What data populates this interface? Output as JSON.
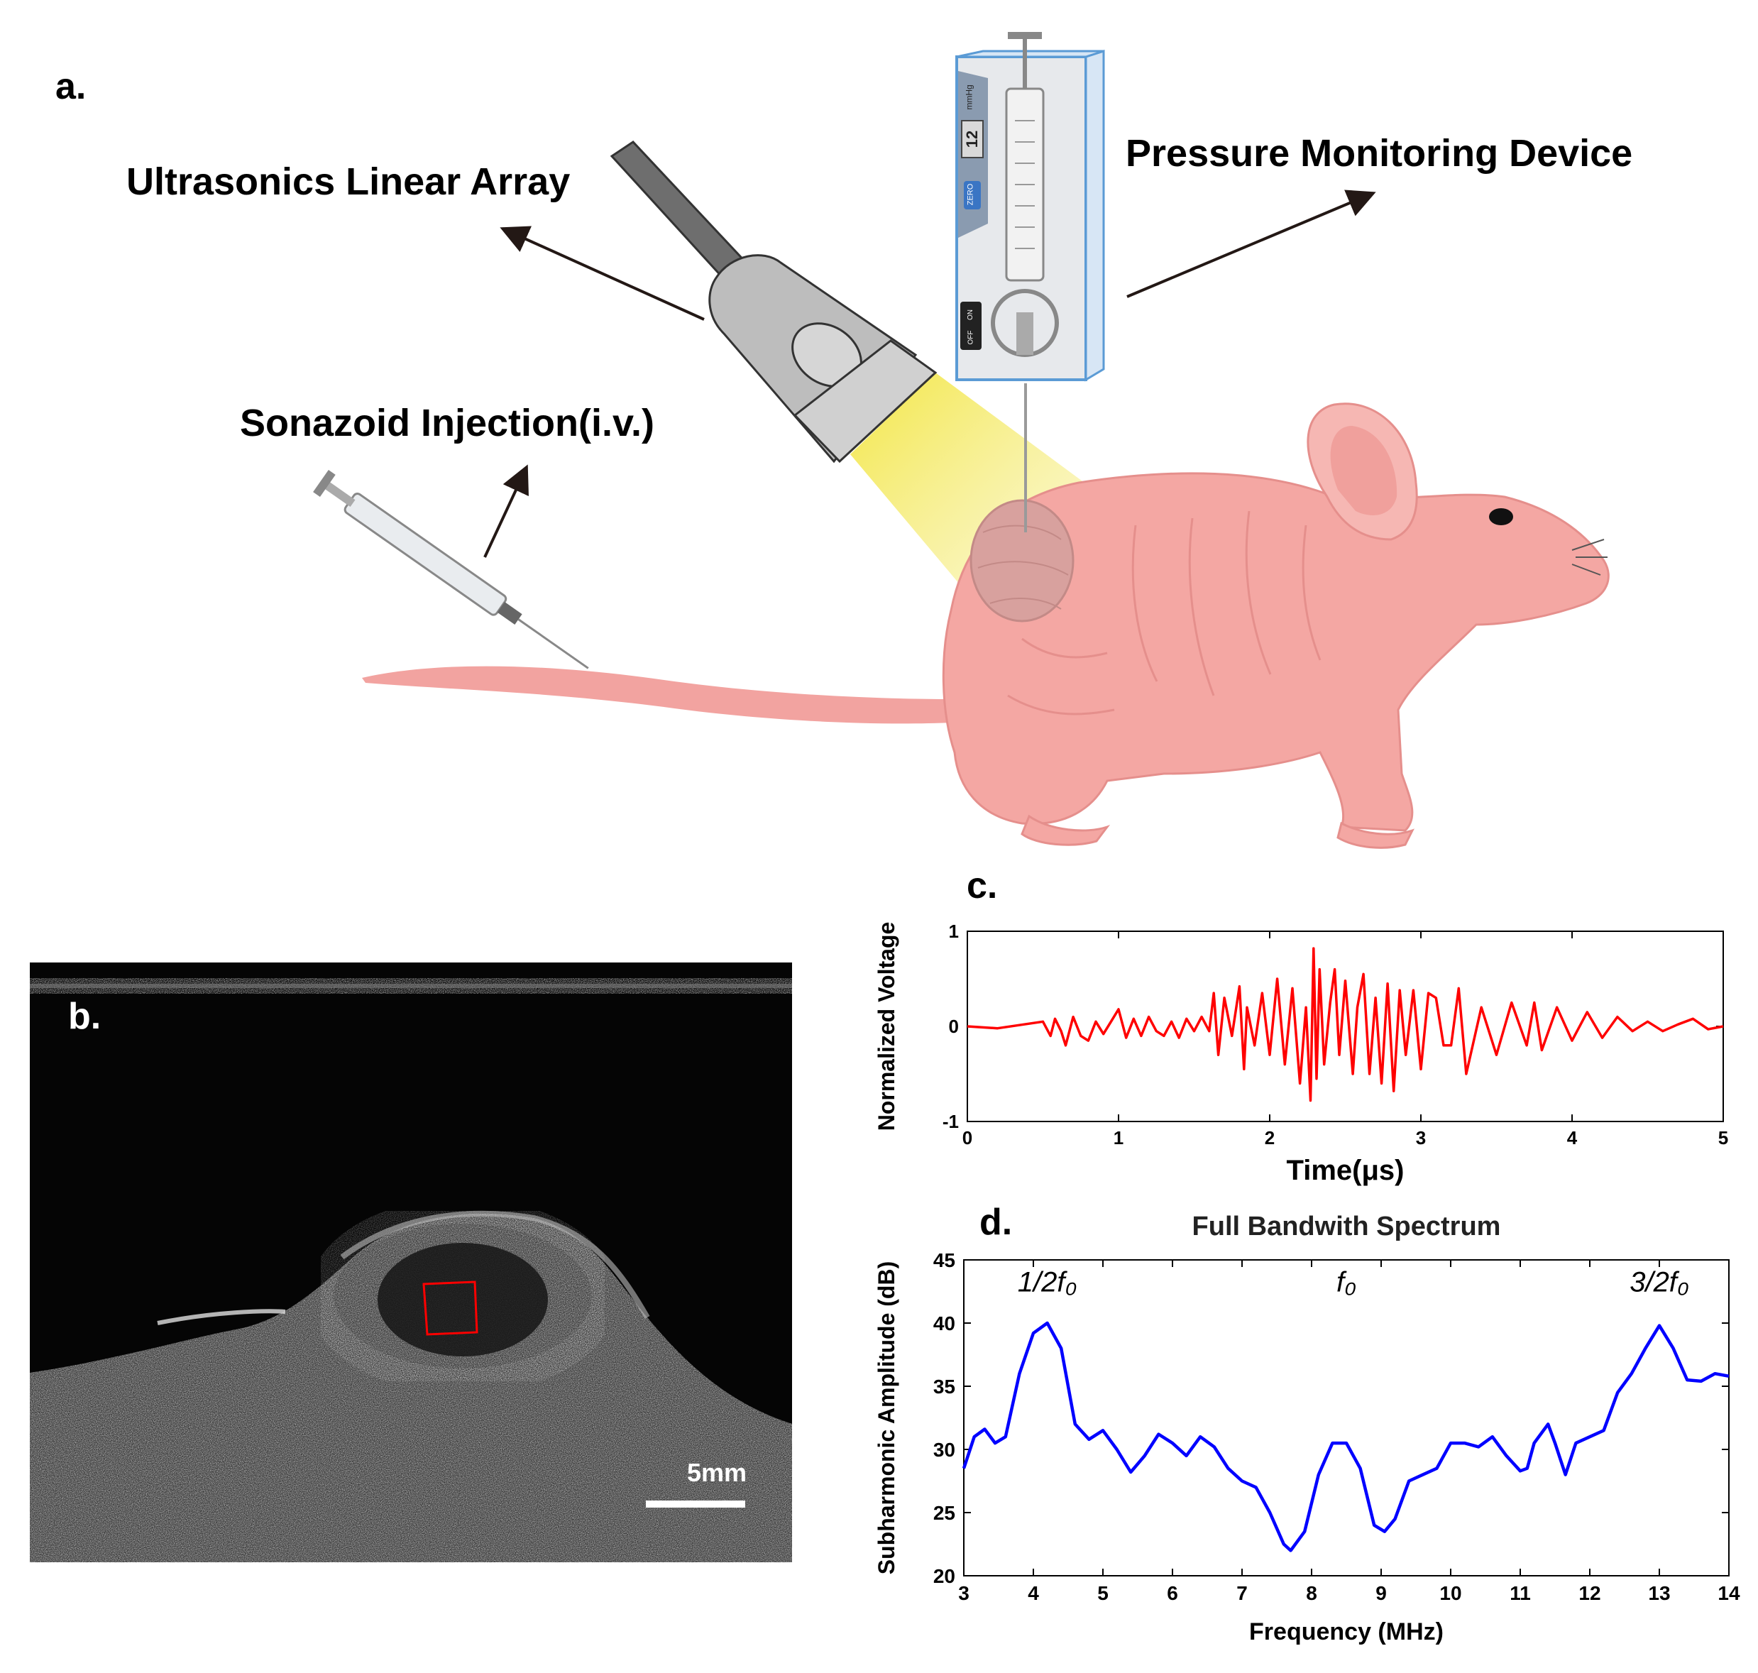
{
  "panel_a": {
    "letter": "a.",
    "labels": {
      "ultrasonics": "Ultrasonics Linear Array",
      "pressure": "Pressure Monitoring Device",
      "sonazoid": "Sonazoid Injection(i.v.)"
    },
    "device_display": {
      "value": "12",
      "unit": "mmHg",
      "zero_button": "ZERO",
      "on_label": "ON",
      "off_label": "OFF"
    },
    "colors": {
      "mouse_skin": "#f4a7a3",
      "beam": "#f2e53c",
      "device_frame": "#5b9bd5"
    }
  },
  "panel_b": {
    "letter": "b.",
    "scale_bar_label": "5mm",
    "roi_color": "#ff0000"
  },
  "panel_c": {
    "letter": "c."
  },
  "panel_d": {
    "letter": "d.",
    "annotations": {
      "half": "1/2f₀",
      "fundamental": "f₀",
      "three_half": "3/2f₀"
    }
  },
  "chart_data": [
    {
      "type": "line",
      "title": "",
      "xlabel": "Time(μs)",
      "ylabel": "Normalized Voltage",
      "xlim": [
        0,
        5
      ],
      "ylim": [
        -1,
        1
      ],
      "xticks": [
        0,
        1,
        2,
        3,
        4,
        5
      ],
      "yticks": [
        -1,
        0,
        1
      ],
      "grid": false,
      "color": "#ff0000",
      "series": [
        {
          "x": [
            0,
            0.2,
            0.5,
            0.55,
            0.58,
            0.62,
            0.65,
            0.7,
            0.75,
            0.8,
            0.85,
            0.9,
            0.95,
            1.0,
            1.05,
            1.1,
            1.15,
            1.2,
            1.25,
            1.3,
            1.35,
            1.4,
            1.45,
            1.5,
            1.55,
            1.6,
            1.63,
            1.66,
            1.7,
            1.75,
            1.8,
            1.83,
            1.85,
            1.9,
            1.95,
            2.0,
            2.05,
            2.1,
            2.15,
            2.2,
            2.24,
            2.27,
            2.29,
            2.31,
            2.33,
            2.36,
            2.4,
            2.43,
            2.46,
            2.5,
            2.55,
            2.58,
            2.62,
            2.66,
            2.7,
            2.74,
            2.78,
            2.82,
            2.86,
            2.9,
            2.95,
            3.0,
            3.05,
            3.1,
            3.15,
            3.2,
            3.25,
            3.3,
            3.4,
            3.5,
            3.6,
            3.7,
            3.75,
            3.8,
            3.9,
            4.0,
            4.1,
            4.2,
            4.3,
            4.4,
            4.5,
            4.6,
            4.7,
            4.8,
            4.9,
            5.0
          ],
          "y": [
            0,
            -0.02,
            0.05,
            -0.1,
            0.08,
            -0.05,
            -0.2,
            0.1,
            -0.1,
            -0.15,
            0.05,
            -0.08,
            0.05,
            0.18,
            -0.12,
            0.08,
            -0.1,
            0.1,
            -0.05,
            -0.1,
            0.05,
            -0.12,
            0.08,
            -0.05,
            0.1,
            -0.05,
            0.35,
            -0.3,
            0.3,
            -0.1,
            0.42,
            -0.45,
            0.2,
            -0.2,
            0.35,
            -0.3,
            0.5,
            -0.4,
            0.4,
            -0.6,
            0.2,
            -0.78,
            0.82,
            -0.55,
            0.6,
            -0.4,
            0.25,
            0.6,
            -0.3,
            0.48,
            -0.5,
            0.2,
            0.55,
            -0.5,
            0.3,
            -0.6,
            0.45,
            -0.68,
            0.38,
            -0.3,
            0.38,
            -0.45,
            0.35,
            0.3,
            -0.2,
            -0.2,
            0.4,
            -0.5,
            0.2,
            -0.3,
            0.25,
            -0.2,
            0.25,
            -0.25,
            0.2,
            -0.15,
            0.15,
            -0.12,
            0.1,
            -0.05,
            0.05,
            -0.05,
            0.02,
            0.08,
            -0.03,
            0
          ]
        }
      ]
    },
    {
      "type": "line",
      "title": "Full Bandwith Spectrum",
      "xlabel": "Frequency (MHz)",
      "ylabel": "Subharmonic Amplitude (dB)",
      "xlim": [
        3,
        14
      ],
      "ylim": [
        20,
        45
      ],
      "xticks": [
        3,
        4,
        5,
        6,
        7,
        8,
        9,
        10,
        11,
        12,
        13,
        14
      ],
      "yticks": [
        20,
        25,
        30,
        35,
        40,
        45
      ],
      "grid": false,
      "color": "#0000ff",
      "series": [
        {
          "x": [
            3.0,
            3.15,
            3.3,
            3.45,
            3.6,
            3.8,
            4.0,
            4.2,
            4.4,
            4.6,
            4.8,
            5.0,
            5.2,
            5.4,
            5.6,
            5.8,
            6.0,
            6.2,
            6.4,
            6.6,
            6.8,
            7.0,
            7.2,
            7.4,
            7.6,
            7.7,
            7.9,
            8.1,
            8.3,
            8.5,
            8.7,
            8.9,
            9.05,
            9.2,
            9.4,
            9.6,
            9.8,
            10.0,
            10.2,
            10.4,
            10.6,
            10.8,
            11.0,
            11.1,
            11.2,
            11.4,
            11.5,
            11.65,
            11.8,
            12.0,
            12.2,
            12.4,
            12.6,
            12.8,
            13.0,
            13.2,
            13.4,
            13.6,
            13.8,
            14.0
          ],
          "y": [
            28.5,
            31.0,
            31.6,
            30.5,
            31.0,
            36.0,
            39.2,
            40.0,
            38.0,
            32.0,
            30.8,
            31.5,
            30.0,
            28.2,
            29.5,
            31.2,
            30.5,
            29.5,
            31.0,
            30.2,
            28.5,
            27.5,
            27.0,
            25.0,
            22.5,
            22.0,
            23.5,
            28.0,
            30.5,
            30.5,
            28.5,
            24.0,
            23.5,
            24.5,
            27.5,
            28.0,
            28.5,
            30.5,
            30.5,
            30.2,
            31.0,
            29.5,
            28.3,
            28.5,
            30.5,
            32.0,
            30.5,
            28.0,
            30.5,
            31.0,
            31.5,
            34.5,
            36.0,
            38.0,
            39.8,
            38.0,
            35.5,
            35.4,
            36.0,
            35.8
          ]
        }
      ]
    }
  ]
}
